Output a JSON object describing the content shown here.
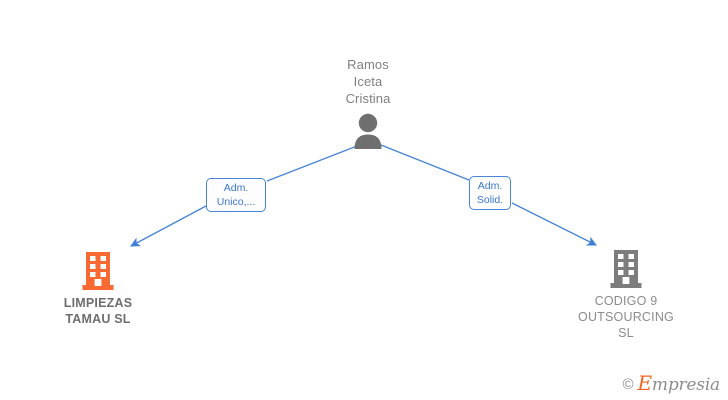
{
  "diagram": {
    "type": "org-relationship-graph",
    "background_color": "#ffffff",
    "person": {
      "name": "Ramos\nIceta\nCristina",
      "icon": "person-icon",
      "icon_color": "#6f6f6f",
      "text_color": "#808080"
    },
    "edges": [
      {
        "id": "edge-left",
        "label": "Adm.\nUnico,...",
        "from": "person",
        "to": "company-limpiezas-tamau",
        "color": "#4a86d6"
      },
      {
        "id": "edge-right",
        "label": "Adm.\nSolid.",
        "from": "person",
        "to": "company-codigo-9-outsourcing",
        "color": "#4a86d6"
      }
    ],
    "companies": [
      {
        "id": "company-limpiezas-tamau",
        "name": "LIMPIEZAS\nTAMAU  SL",
        "icon": "building-icon",
        "icon_color": "#f96a33",
        "text_color": "#6e6e6e",
        "emphasis": "primary"
      },
      {
        "id": "company-codigo-9-outsourcing",
        "name": "CODIGO 9\nOUTSOURCING\nSL",
        "icon": "building-icon",
        "icon_color": "#7d7d7d",
        "text_color": "#8c8c8c",
        "emphasis": "secondary"
      }
    ]
  },
  "watermark": {
    "copyright": "©",
    "brand_initial": "E",
    "brand_rest": "mpresia",
    "brand_color": "#f26522",
    "text_color": "#8e8e8e"
  }
}
